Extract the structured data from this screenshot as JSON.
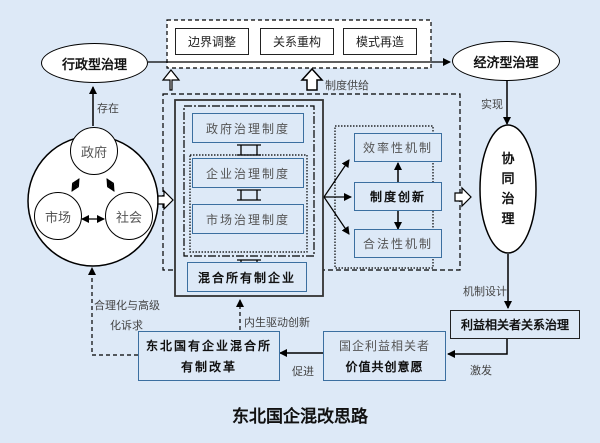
{
  "title": "东北国企混改思路",
  "top_boxes": [
    "边界调整",
    "关系重构",
    "模式再造"
  ],
  "admin_governance": "行政型治理",
  "economic_governance": "经济型治理",
  "collab_governance": "协\n同\n治\n理",
  "collab_chars": [
    "协",
    "同",
    "治",
    "理"
  ],
  "triad": {
    "gov": "政府",
    "market": "市场",
    "society": "社会"
  },
  "institutions": [
    "政府治理制度",
    "企业治理制度",
    "市场治理制度"
  ],
  "mixed_enterprise": "混合所有制企业",
  "mechanisms": {
    "efficiency": "效率性机制",
    "innovation": "制度创新",
    "legitimacy": "合法性机制"
  },
  "stakeholder_governance": "利益相关者关系治理",
  "stakeholder_value": {
    "line1": "国企利益相关者",
    "line2": "价值共创意愿"
  },
  "reform_box": {
    "line1": "东北国有企业混合所",
    "line2": "有制改革"
  },
  "labels": {
    "exist": "存在",
    "supply": "制度供给",
    "realize": "实现",
    "mechanism_design": "机制设计",
    "inspire": "激发",
    "promote": "促进",
    "endogenous": "内生驱动创新",
    "rational1": "合理化与高级",
    "rational2": "化诉求"
  }
}
